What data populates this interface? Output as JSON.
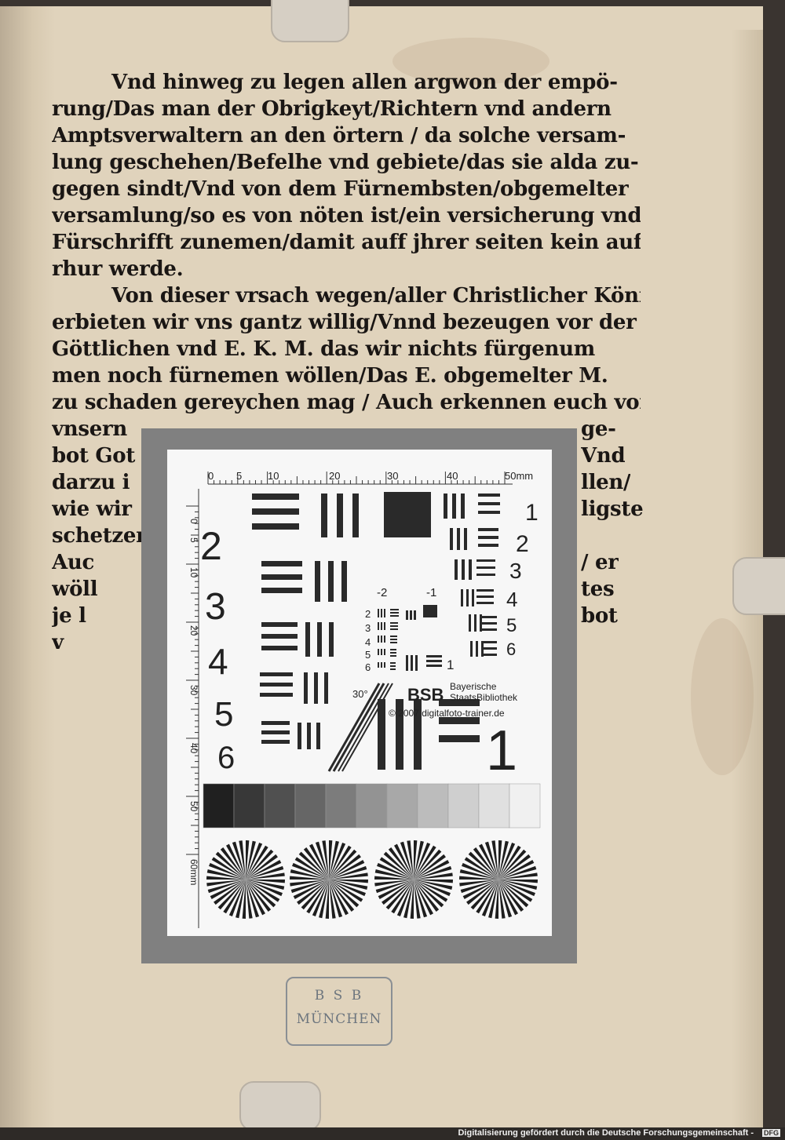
{
  "text_lines": [
    "Vnd hinweg zu legen allen argwon der empö-",
    "rung/Das man der Obrigkeyt/Richtern vnd andern",
    "Amptsverwaltern an den örtern / da solche versam-",
    "lung geschehen/Befelhe vnd gebiete/das sie alda zu-",
    "gegen sindt/Vnd von dem Fürnembsten/obgemelter",
    "versamlung/so es von nöten ist/ein versicherung vnd",
    "Fürschrifft zunemen/damit auff jhrer seiten kein auff-",
    "rhur werde.",
    "Von dieser vrsach wegen/aller Christlicher König/",
    "erbieten wir vns gantz willig/Vnnd bezeugen vor der",
    "Göttlichen vnd E. K. M. das wir nichts fürgenum",
    "men noch fürnemen wöllen/Das E. obgemelter M.",
    "zu schaden gereychen mag / Auch erkennen euch vor",
    "vnsern",
    "bot Got",
    "darzu i",
    "wie wir",
    "schetzen",
    "Auc",
    "wöll",
    "je l",
    "v"
  ],
  "text_right_fragments": [
    {
      "line": 13,
      "text": "ge-"
    },
    {
      "line": 14,
      "text": "Vnd"
    },
    {
      "line": 15,
      "text": "llen/"
    },
    {
      "line": 16,
      "text": "ligste"
    },
    {
      "line": 18,
      "text": "/ er"
    },
    {
      "line": 19,
      "text": "tes"
    },
    {
      "line": 20,
      "text": "bot"
    }
  ],
  "chart": {
    "ruler_labels": [
      "0",
      "5",
      "10",
      "20",
      "30",
      "40",
      "50mm"
    ],
    "ruler_v_labels": [
      "0",
      "5",
      "10",
      "20",
      "30",
      "40",
      "50",
      "60mm"
    ],
    "left_numbers": [
      "2",
      "3",
      "4",
      "5",
      "6"
    ],
    "right_numbers": [
      "1",
      "2",
      "3",
      "4",
      "5",
      "6"
    ],
    "small_neg": [
      "-2",
      "-1"
    ],
    "small_numbers": [
      "2",
      "3",
      "4",
      "5",
      "6"
    ],
    "small_one": "1",
    "angle": "30°",
    "logo": "BSB",
    "library_line1": "Bayerische",
    "library_line2": "StaatsBibliothek",
    "copyright": "© 2007 digitalfoto-trainer.de",
    "big_one": "1",
    "gray_steps": [
      "#202020",
      "#383838",
      "#505050",
      "#666666",
      "#7c7c7c",
      "#939393",
      "#a8a8a8",
      "#bcbcbc",
      "#cfcfcf",
      "#e0e0e0",
      "#f0f0f0"
    ]
  },
  "stamp": {
    "line1": "B S B",
    "line2": "MÜNCHEN"
  },
  "footer": {
    "text": "Digitalisierung gefördert durch die Deutsche Forschungsgemeinschaft -",
    "logo": "DFG"
  }
}
